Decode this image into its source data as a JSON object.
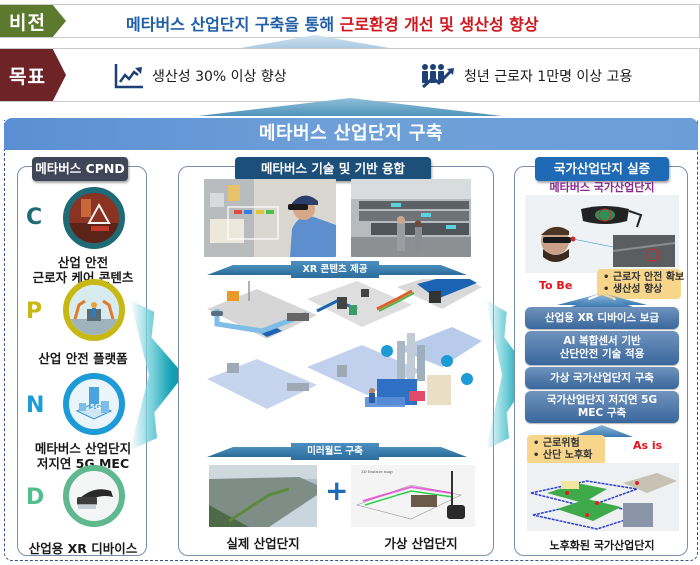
{
  "vision": {
    "tag": "비전",
    "text_blue": "메타버스 산업단지 구축을 통해 ",
    "text_red": "근로환경 개선 및 생산성 향상"
  },
  "goal": {
    "tag": "목표",
    "items": [
      {
        "icon": "rising-chart-icon",
        "text": "생산성 30% 이상 향상"
      },
      {
        "icon": "workers-growth-icon",
        "text": "청년 근로자 1만명 이상 고용"
      }
    ]
  },
  "main": {
    "title": "메타버스 산업단지 구축"
  },
  "cpnd": {
    "title": "메타버스 CPND",
    "items": [
      {
        "letter": "C",
        "color": "#1e6a76",
        "ring": "#1e6a76",
        "label_line1": "산업 안전",
        "label_line2": "근로자 케어 콘텐츠",
        "image": "safety-content-image"
      },
      {
        "letter": "P",
        "color": "#c8b814",
        "ring": "#c8b814",
        "label_line1": "산업 안전 플랫폼",
        "label_line2": "",
        "image": "factory-robots-image"
      },
      {
        "letter": "N",
        "color": "#1c9bd6",
        "ring": "#1c9bd6",
        "label_line1": "메타버스 산업단지",
        "label_line2": "저지연 5G MEC",
        "image": "5g-network-image"
      },
      {
        "letter": "D",
        "color": "#4fbf8c",
        "ring": "#5fb88e",
        "label_line1": "산업용 XR 디바이스",
        "label_line2": "",
        "image": "xr-headset-image"
      }
    ]
  },
  "center": {
    "title": "메타버스 기술 및 기반 융합",
    "ribbon_top": "XR 콘텐츠 제공",
    "ribbon_bottom": "미러월드 구축",
    "plus": "+",
    "bottom_left_label": "실제 산업단지",
    "bottom_right_label": "가상 산업단지"
  },
  "right": {
    "title": "국가산업단지 실증",
    "subtitle": "메타버스 국가산업단지",
    "to_be": "To Be",
    "to_be_notes": [
      "• 근로자 안전 확보",
      "• 생산성 향상"
    ],
    "steps": [
      {
        "line1": "산업용 XR 디바이스 보급",
        "line2": ""
      },
      {
        "line1": "AI 복합센서 기반",
        "line2": "산단안전 기술 적용"
      },
      {
        "line1": "가상 국가산업단지 구축",
        "line2": ""
      },
      {
        "line1": "국가산업단지 저지연 5G",
        "line2": "MEC 구축"
      }
    ],
    "as_is": "As is",
    "as_is_notes": [
      "• 근로위험",
      "• 산단 노후화"
    ],
    "bottom_label": "노후화된 국가산업단지"
  },
  "colors": {
    "vision_tag": "#5c7a2e",
    "goal_tag": "#6e2326",
    "vision_blue": "#1f5fa8",
    "vision_red": "#d0171e",
    "main_header": "#6b9ed8",
    "accent_teal": "#17a3b6"
  }
}
